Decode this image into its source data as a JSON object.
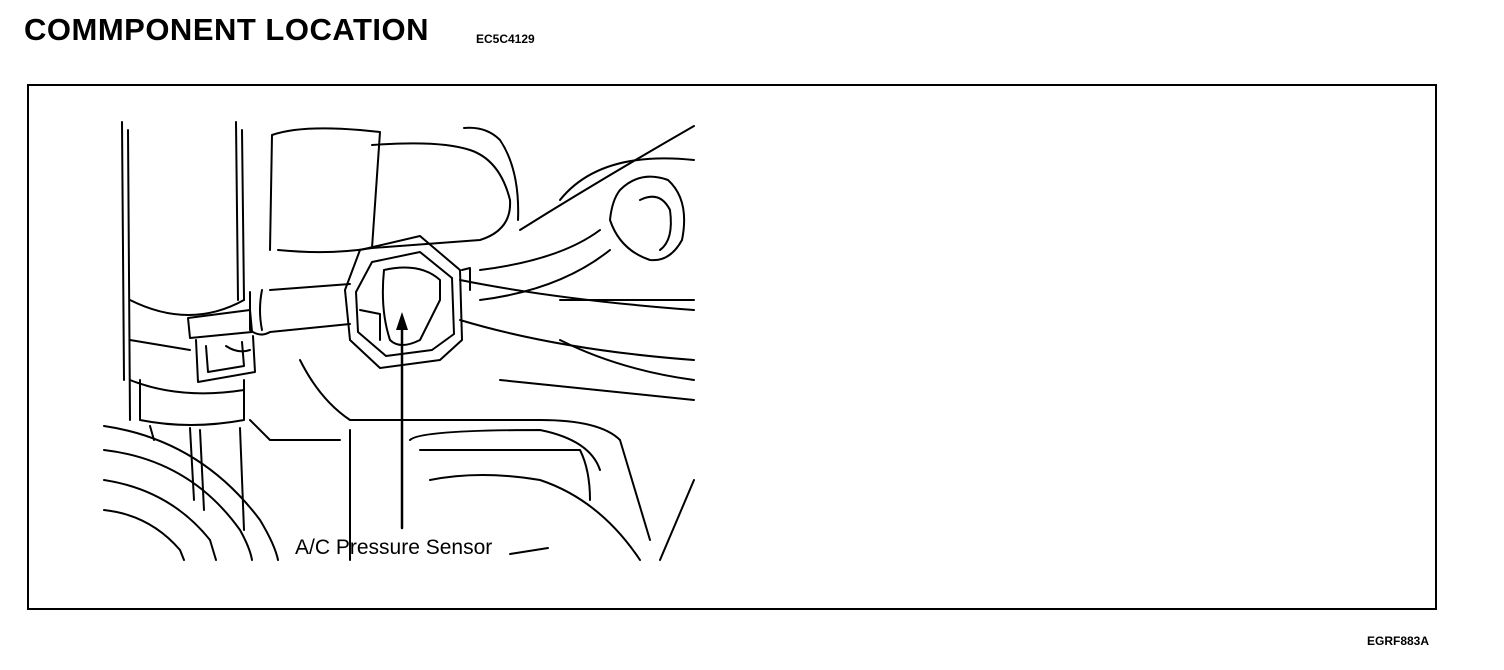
{
  "header": {
    "title": "COMMPONENT LOCATION",
    "code": "EC5C4129"
  },
  "diagram": {
    "callout_label": "A/C Pressure Sensor"
  },
  "footer": {
    "figure_ref": "EGRF883A"
  }
}
